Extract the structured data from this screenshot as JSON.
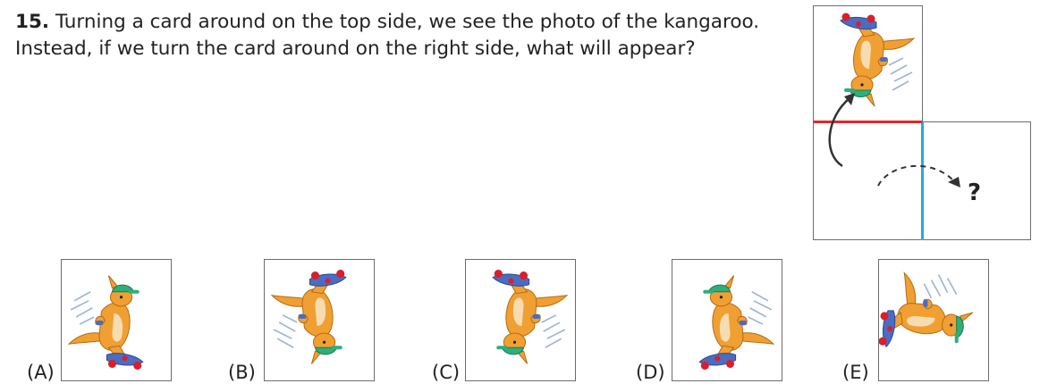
{
  "question": {
    "number": "15.",
    "line1": "Turning a card around on the top side, we see the photo of the kangaroo.",
    "line2": "Instead, if we turn the card around on the right side, what will appear?"
  },
  "diagram": {
    "question_mark": "?",
    "top_edge_color": "#e3262b",
    "right_edge_color": "#2aa7df"
  },
  "options": [
    {
      "label": "(A)",
      "orientation": "upright"
    },
    {
      "label": "(B)",
      "orientation": "mirror-vertical"
    },
    {
      "label": "(C)",
      "orientation": "rotate-180"
    },
    {
      "label": "(D)",
      "orientation": "mirror-horizontal"
    },
    {
      "label": "(E)",
      "orientation": "rotate-90"
    }
  ],
  "colors": {
    "kangaroo_body": "#f0a033",
    "kangaroo_belly": "#f6dcb0",
    "skateboard": "#4b6cc2",
    "wheels": "#d81f2a",
    "cap": "#2fae7a"
  }
}
